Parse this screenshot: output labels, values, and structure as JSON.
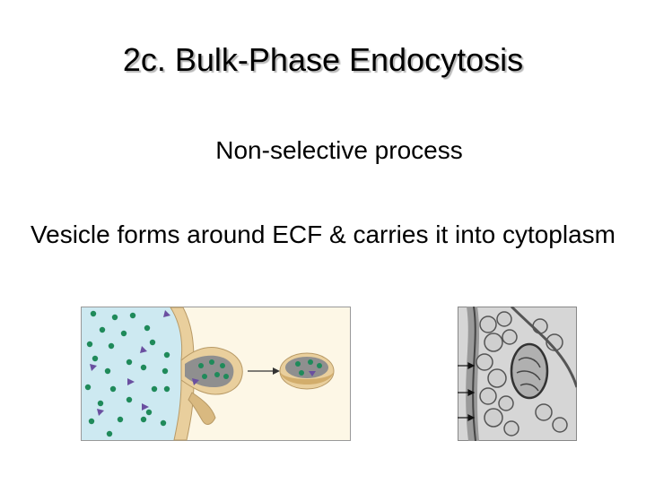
{
  "slide": {
    "title": "2c.  Bulk-Phase Endocytosis",
    "point1": "Non-selective process",
    "point2": "Vesicle forms around ECF & carries it into cytoplasm"
  },
  "colors": {
    "ecf": "#cde9f1",
    "cytoplasm": "#f9efd3",
    "membrane": "#e9cf9d",
    "solute_dot": "#1f8a5a",
    "solute_triangle": "#6a4fa0",
    "vesicle_lumen": "#8f8f8f",
    "arrow": "#333333"
  }
}
